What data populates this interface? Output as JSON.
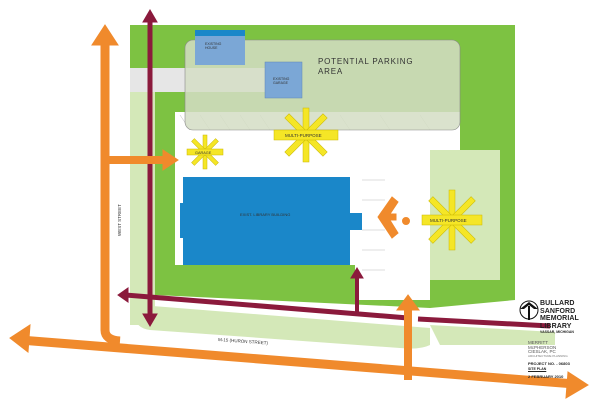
{
  "labels": {
    "parking": [
      "POTENTIAL PARKING",
      "AREA"
    ],
    "existing_house": [
      "EXISTING",
      "HOUSE"
    ],
    "existing_garage": [
      "EXISTING",
      "GARAGE"
    ],
    "library": "EXIST. LIBRARY BUILDING",
    "multi_purpose_top": "MULTI-PURPOSE",
    "multi_purpose_right": "MULTI-PURPOSE",
    "garage": "GARAGE",
    "west_street": "WEST STREET",
    "huron_street": "M-15 (HURON STREET)"
  },
  "title_block": {
    "name_line1": "BULLARD SANFORD",
    "name_line2": "MEMORIAL LIBRARY",
    "location": "VASSAR, MICHIGAN",
    "firm": [
      "MERRITT",
      "McPHERSON",
      "CIESLAK, PC"
    ],
    "firm_sub": "ARCHITECTURE PLANNING",
    "project_no": "PROJECT NO. - 06803",
    "sheet": "SITE PLAN",
    "date": "2 FEBRUARY 2010"
  },
  "colors": {
    "grass": "#7dc242",
    "light_grass": "#d4e8b8",
    "building": "#1a87c9",
    "existing": "#7ba7d6",
    "pedestrian": "#8b1a3c",
    "vehicle": "#f08a2c",
    "activity": "#f5e626"
  }
}
